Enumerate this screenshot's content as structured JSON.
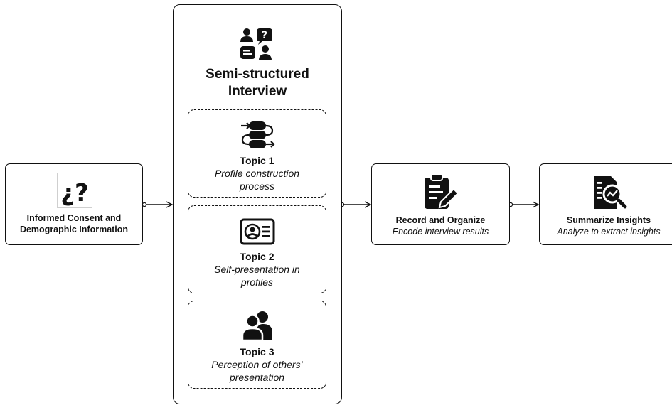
{
  "consent": {
    "title_line1": "Informed Consent and",
    "title_line2": "Demographic Information",
    "icon": "question-marks-icon"
  },
  "interview": {
    "title_line1": "Semi-structured",
    "title_line2": "Interview",
    "icon": "interview-people-icon",
    "topics": [
      {
        "title": "Topic 1",
        "desc_line1": "Profile construction",
        "desc_line2": "process",
        "icon": "flow-process-icon"
      },
      {
        "title": "Topic 2",
        "desc_line1": "Self-presentation in",
        "desc_line2": "profiles",
        "icon": "id-card-icon"
      },
      {
        "title": "Topic 3",
        "desc_line1": "Perception of others’",
        "desc_line2": "presentation",
        "icon": "users-icon"
      }
    ]
  },
  "record": {
    "title": "Record and Organize",
    "subtitle": "Encode interview results",
    "icon": "clipboard-pen-icon"
  },
  "summarize": {
    "title": "Summarize Insights",
    "subtitle": "Analyze to extract insights",
    "icon": "report-analysis-icon"
  },
  "colors": {
    "ink": "#111111",
    "background": "#ffffff"
  }
}
